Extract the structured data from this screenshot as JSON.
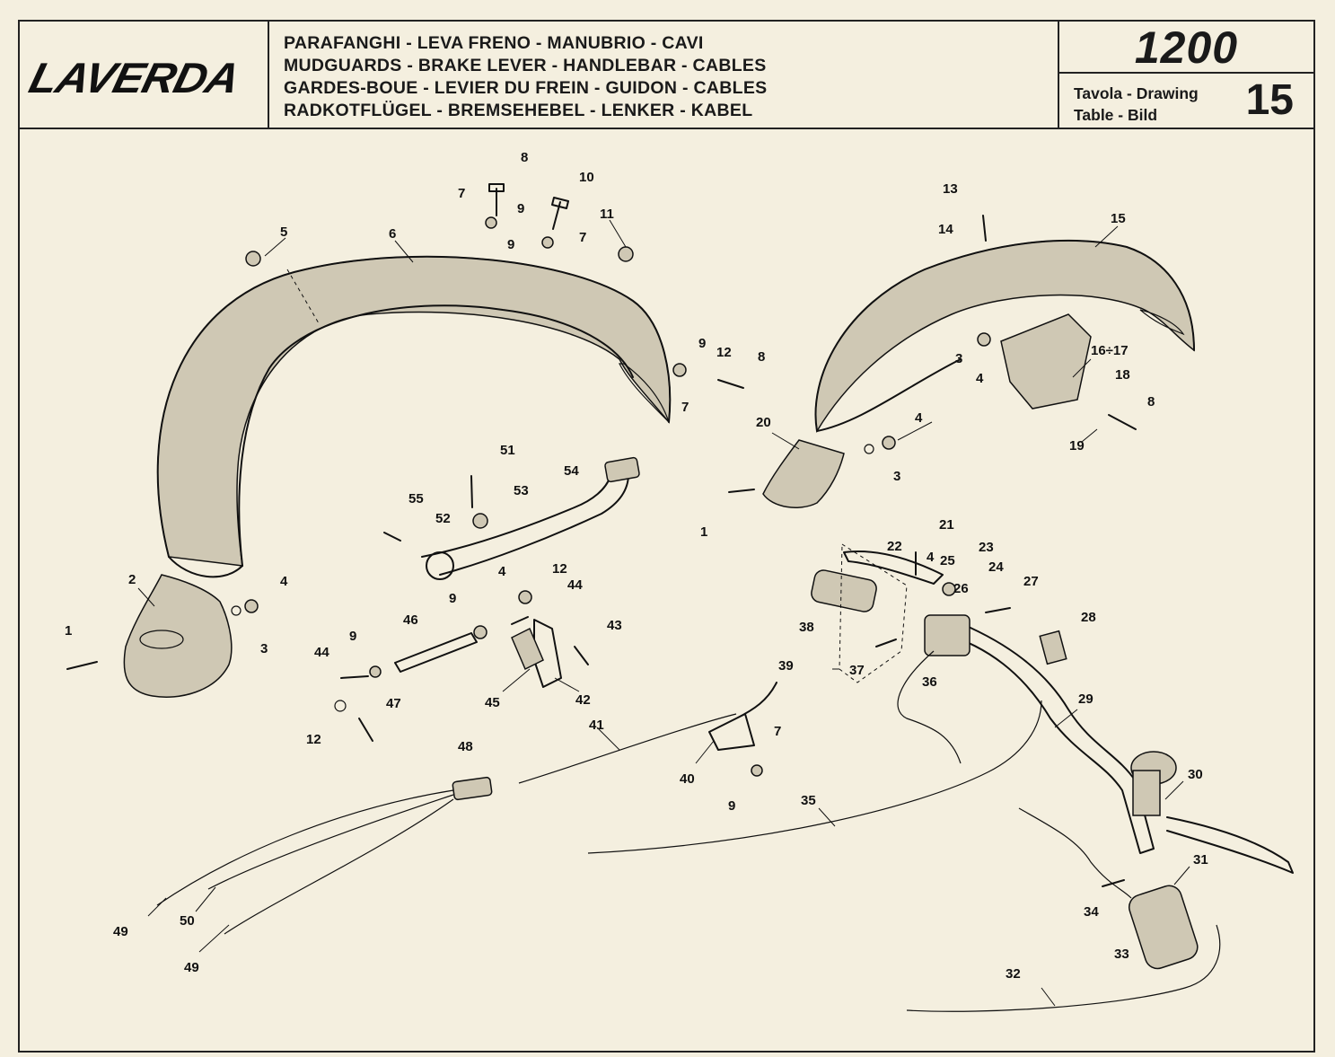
{
  "header": {
    "brand": "LAVERDA",
    "titles": [
      "PARAFANGHI - LEVA FRENO - MANUBRIO - CAVI",
      "MUDGUARDS - BRAKE LEVER - HANDLEBAR - CABLES",
      "GARDES-BOUE - LEVIER DU FREIN - GUIDON - CABLES",
      "RADKOTFLÜGEL - BREMSEHEBEL - LENKER - KABEL"
    ],
    "model": "1200",
    "tavola_line1": "Tavola - Drawing",
    "tavola_line2": "Table - Bild",
    "table_number": "15"
  },
  "callouts": {
    "c1a": "1",
    "c2": "2",
    "c3a": "3",
    "c4a": "4",
    "c5": "5",
    "c6": "6",
    "c7a": "7",
    "c8a": "8",
    "c9a": "9",
    "c9b": "9",
    "c7b": "7",
    "c10": "10",
    "c11": "11",
    "c9c": "9",
    "c12a": "12",
    "c8b": "8",
    "c7c": "7",
    "c13": "13",
    "c14": "14",
    "c15": "15",
    "c3b": "3",
    "c4b": "4",
    "c16": "16÷17",
    "c18": "18",
    "c8c": "8",
    "c19": "19",
    "c20": "20",
    "c4c": "4",
    "c3c": "3",
    "c1b": "1",
    "c51": "51",
    "c54": "54",
    "c53": "53",
    "c55": "55",
    "c52": "52",
    "c4d": "4",
    "c12b": "12",
    "c44a": "44",
    "c43": "43",
    "c9d": "9",
    "c46": "46",
    "c44b": "44",
    "c9e": "9",
    "c45": "45",
    "c42": "42",
    "c47": "47",
    "c12c": "12",
    "c21": "21",
    "c22": "22",
    "c4e": "4",
    "c25": "25",
    "c23": "23",
    "c24": "24",
    "c26": "26",
    "c27": "27",
    "c38": "38",
    "c37": "37",
    "c36": "36",
    "c28": "28",
    "c39": "39",
    "c29": "29",
    "c41": "41",
    "c7d": "7",
    "c40": "40",
    "c9f": "9",
    "c48": "48",
    "c35": "35",
    "c30": "30",
    "c31": "31",
    "c34": "34",
    "c33": "33",
    "c32": "32",
    "c49a": "49",
    "c50": "50",
    "c49b": "49"
  }
}
